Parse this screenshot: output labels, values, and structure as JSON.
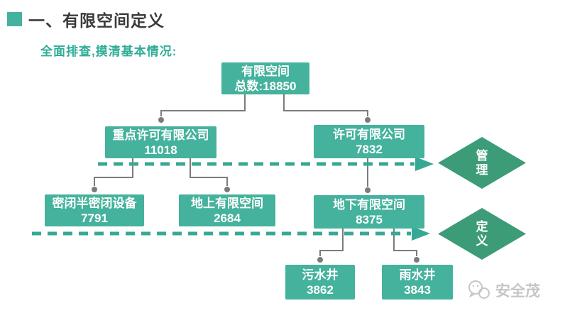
{
  "header": {
    "title": "一、有限空间定义",
    "subtitle": "全面排查,摸清基本情况:"
  },
  "nodes": {
    "total": {
      "line1": "有限空间",
      "line2": "总数:18850"
    },
    "key_permit": {
      "line1": "重点许可有限公司",
      "line2": "11018"
    },
    "permit": {
      "line1": "许可有限公司",
      "line2": "7832"
    },
    "enclosed": {
      "line1": "密闭半密闭设备",
      "line2": "7791"
    },
    "above_ground": {
      "line1": "地上有限空间",
      "line2": "2684"
    },
    "underground": {
      "line1": "地下有限空间",
      "line2": "8375"
    },
    "sewage_well": {
      "line1": "污水井",
      "line2": "3862"
    },
    "rain_well": {
      "line1": "雨水井",
      "line2": "3843"
    }
  },
  "edges": [
    {
      "from": "total",
      "to": "key_permit"
    },
    {
      "from": "total",
      "to": "permit"
    },
    {
      "from": "key_permit",
      "to": "enclosed"
    },
    {
      "from": "key_permit",
      "to": "above_ground"
    },
    {
      "from": "permit",
      "to": "underground"
    },
    {
      "from": "underground",
      "to": "sewage_well"
    },
    {
      "from": "underground",
      "to": "rain_well"
    }
  ],
  "diamonds": {
    "manage": {
      "label": "管理"
    },
    "define": {
      "label": "定义"
    }
  },
  "watermark": {
    "label": "安全茂"
  },
  "colors": {
    "node_fill": "#44B29C",
    "diamond_fill": "#3C9C77",
    "dash_line": "#36A893",
    "connector": "#7B7B7B",
    "title_text": "#3B3B3B",
    "subtitle_text": "#2EAD96",
    "watermark_text": "#C6C6C6"
  }
}
